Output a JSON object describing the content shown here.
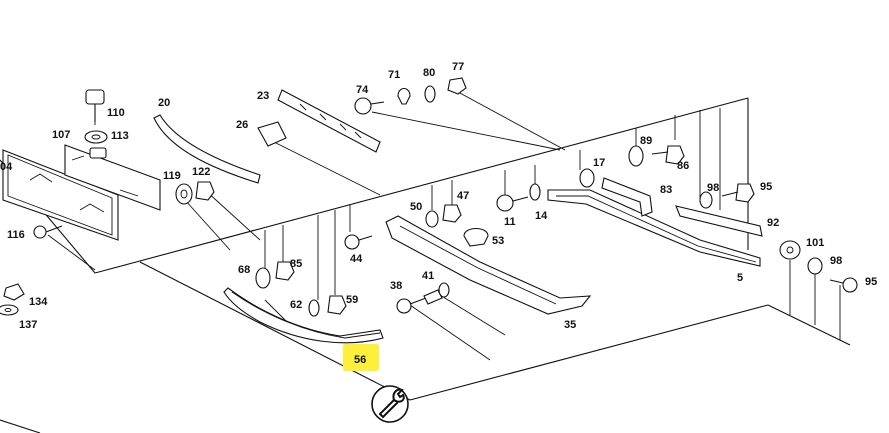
{
  "callouts": {
    "p110": "110",
    "p107": "107",
    "p113": "113",
    "p04": "04",
    "p116": "116",
    "p134": "134",
    "p137": "137",
    "p20": "20",
    "p119": "119",
    "p122": "122",
    "p23": "23",
    "p26": "26",
    "p74": "74",
    "p71": "71",
    "p80": "80",
    "p77": "77",
    "p68": "68",
    "p85": "85",
    "p44": "44",
    "p62": "62",
    "p59": "59",
    "p50": "50",
    "p47": "47",
    "p11": "11",
    "p14": "14",
    "p53": "53",
    "p38": "38",
    "p41": "41",
    "p35": "35",
    "p17": "17",
    "p89": "89",
    "p86": "86",
    "p83": "83",
    "p98a": "98",
    "p95a": "95",
    "p92": "92",
    "p5": "5",
    "p101": "101",
    "p98b": "98",
    "p95b": "95",
    "p56": "56"
  },
  "highlight": {
    "part": "56",
    "color": "#ffef3a"
  },
  "icons": {
    "tool": "wrench-icon"
  }
}
